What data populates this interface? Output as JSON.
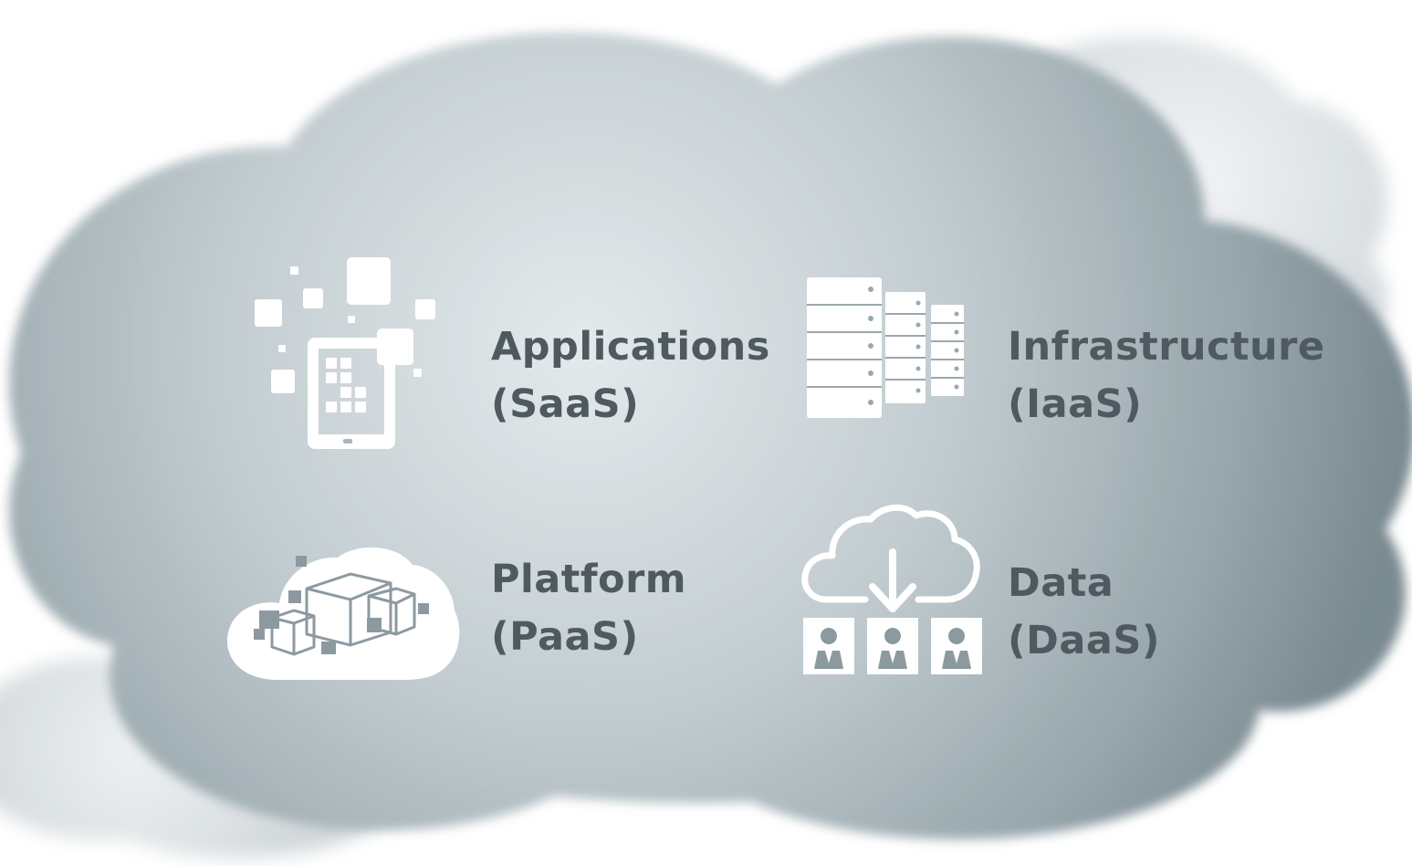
{
  "diagram": {
    "items": [
      {
        "title": "Applications",
        "subtitle": "(SaaS)",
        "icon": "tablet-apps-icon"
      },
      {
        "title": "Infrastructure",
        "subtitle": "(IaaS)",
        "icon": "server-stack-icon"
      },
      {
        "title": "Platform",
        "subtitle": "(PaaS)",
        "icon": "cloud-boxes-icon"
      },
      {
        "title": "Data",
        "subtitle": "(DaaS)",
        "icon": "cloud-download-users-icon"
      }
    ]
  },
  "colors": {
    "cloud_light": "#dde4e7",
    "cloud_dark": "#7e8e95",
    "label": "#4f5a60",
    "icon": "#ffffff"
  }
}
